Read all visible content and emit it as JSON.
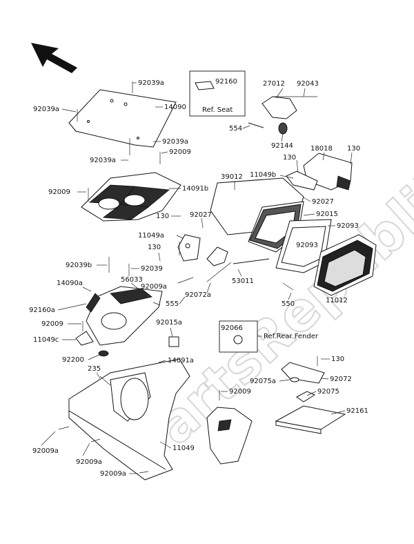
{
  "watermark": "PartsRepublik",
  "ref_seat": "Ref. Seat",
  "ref_rear_fender": "Ref.Rear Fender",
  "parts": {
    "p92039a_1": "92039a",
    "p14090": "14090",
    "p92039a_2": "92039a",
    "p92039a_3": "92039a",
    "p92039a_4": "92039a",
    "p92009_1": "92009",
    "p92009_2": "92009",
    "p14091b": "14091b",
    "p92160": "92160",
    "p27012": "27012",
    "p92043": "92043",
    "p554": "554",
    "p92144": "92144",
    "p130_1": "130",
    "p18018": "18018",
    "p130_2": "130",
    "p39012": "39012",
    "p11049b": "11049b",
    "p92027_1": "92027",
    "p130_3": "130",
    "p92027_2": "92027",
    "p92015": "92015",
    "p92093_1": "92093",
    "p11049a": "11049a",
    "p92093_2": "92093",
    "p130_4": "130",
    "p92039b": "92039b",
    "p92039": "92039",
    "p56033": "56033",
    "p14090a": "14090a",
    "p92009a_1": "92009a",
    "p53011": "53011",
    "p555": "555",
    "p92072a": "92072a",
    "p550": "550",
    "p11012": "11012",
    "p92160a": "92160a",
    "p92009_3": "92009",
    "p11049c": "11049c",
    "p92015a": "92015a",
    "p92066": "92066",
    "p14091a": "14091a",
    "p92200": "92200",
    "p130_5": "130",
    "p235": "235",
    "p92075a": "92075a",
    "p92072": "92072",
    "p92009_4": "92009",
    "p92075": "92075",
    "p92161": "92161",
    "p92009a_2": "92009a",
    "p92009a_3": "92009a",
    "p11049": "11049",
    "p92009a_4": "92009a"
  }
}
